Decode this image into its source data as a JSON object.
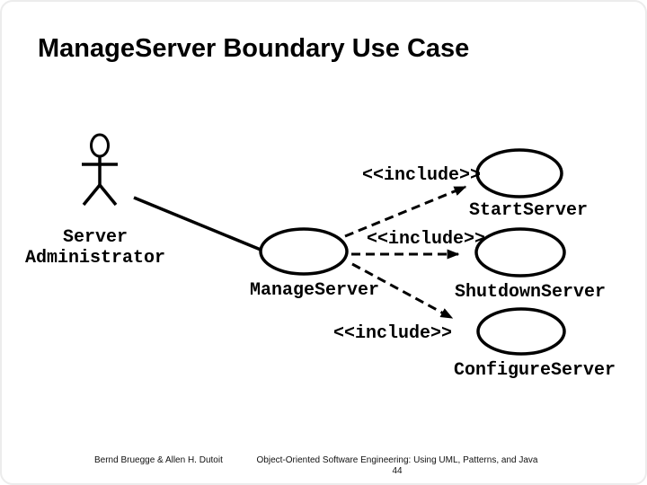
{
  "slide": {
    "title": "ManageServer Boundary Use Case",
    "colors": {
      "background": "#ffffff",
      "ink": "#000000",
      "border": "#ececec"
    },
    "diagram": {
      "actor": {
        "name": "Server Administrator",
        "label_line1": "Server",
        "label_line2": "Administrator"
      },
      "use_cases": [
        {
          "id": "manage",
          "label": "ManageServer"
        },
        {
          "id": "start",
          "label": "StartServer"
        },
        {
          "id": "shutdown",
          "label": "ShutdownServer"
        },
        {
          "id": "configure",
          "label": "ConfigureServer"
        }
      ],
      "relationships": [
        {
          "from": "ServerAdministrator",
          "to": "ManageServer",
          "type": "association",
          "label": ""
        },
        {
          "from": "ManageServer",
          "to": "StartServer",
          "type": "include",
          "label": "<<include>>"
        },
        {
          "from": "ManageServer",
          "to": "ShutdownServer",
          "type": "include",
          "label": "<<include>>"
        },
        {
          "from": "ManageServer",
          "to": "ConfigureServer",
          "type": "include",
          "label": "<<include>>"
        }
      ],
      "include_labels": [
        "<<include>>",
        "<<include>>",
        "<<include>>"
      ]
    },
    "footer": {
      "authors": "Bernd Bruegge & Allen H. Dutoit",
      "book": "Object-Oriented Software Engineering: Using UML, Patterns, and Java",
      "page_number": "44"
    }
  }
}
